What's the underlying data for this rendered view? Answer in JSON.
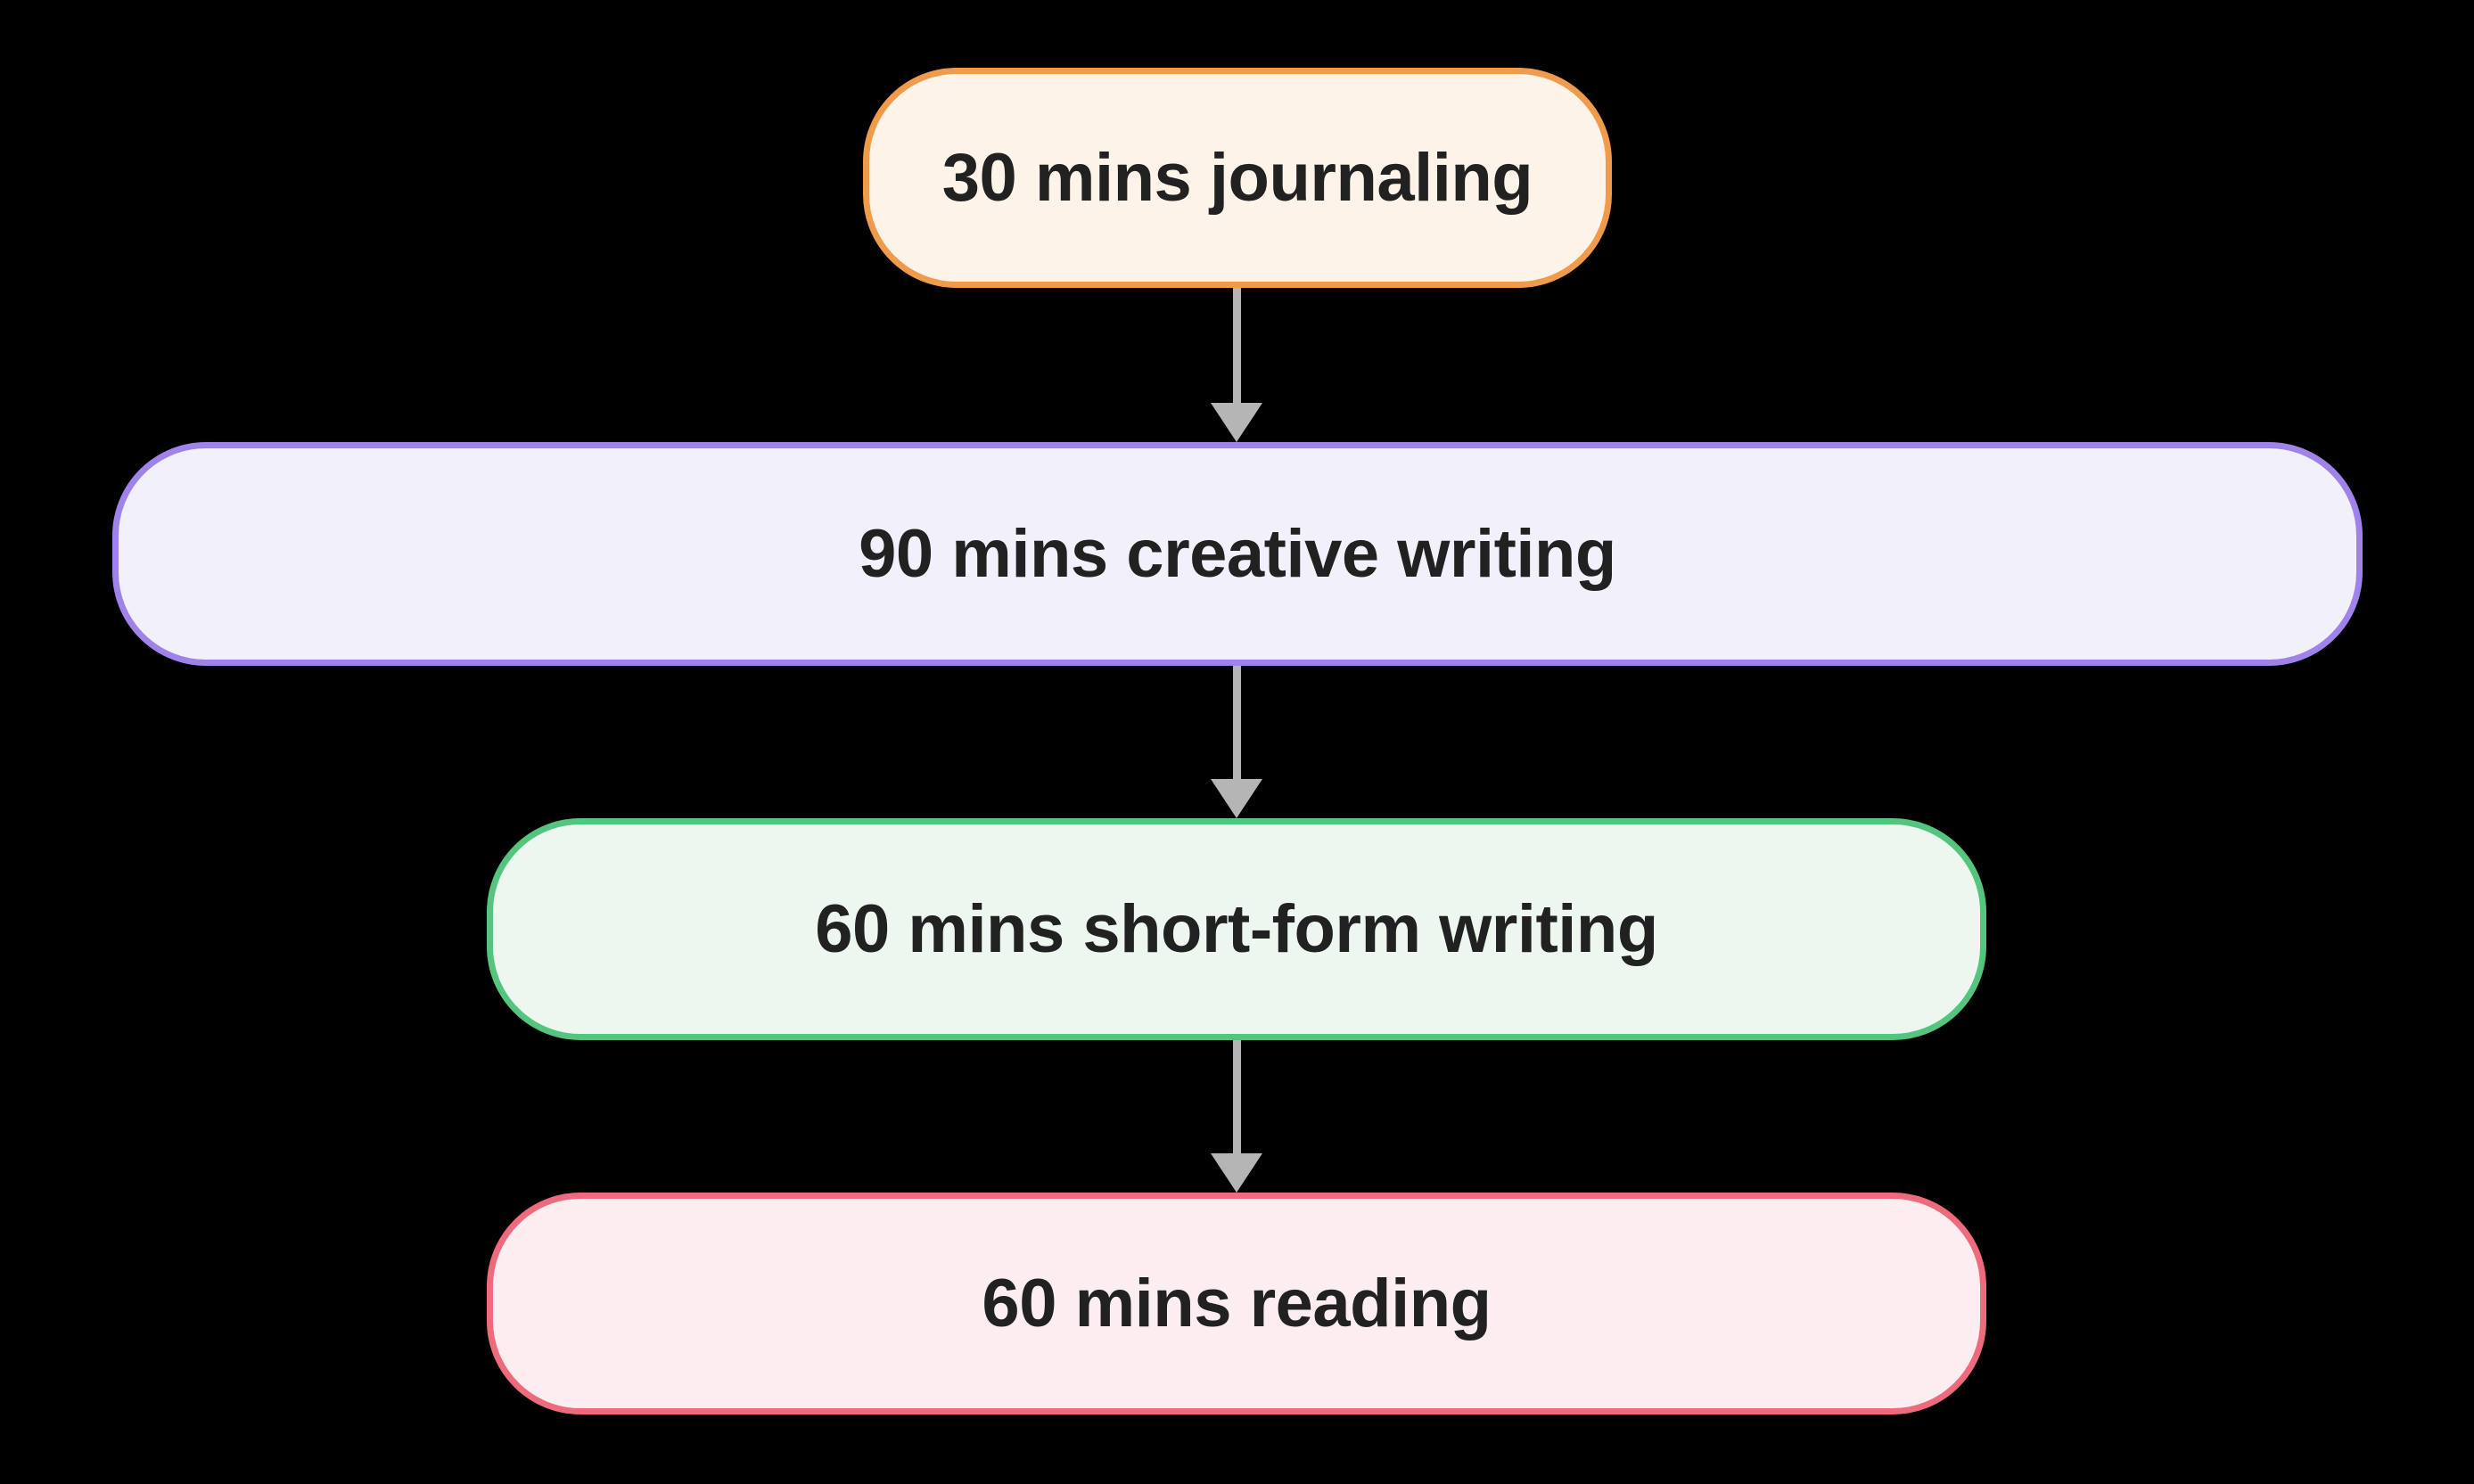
{
  "diagram": {
    "type": "flowchart",
    "direction": "top-down",
    "background_color": "#000000",
    "text_color": "#212121",
    "arrow_color": "#b5b5b5",
    "nodes": [
      {
        "id": "journaling",
        "label": "30 mins journaling",
        "border_color": "#f09a4b",
        "fill_color": "#fdf3e9"
      },
      {
        "id": "creative-writing",
        "label": "90 mins creative writing",
        "border_color": "#9f83eb",
        "fill_color": "#f2f0fb"
      },
      {
        "id": "short-form-writing",
        "label": "60 mins short-form writing",
        "border_color": "#53c57f",
        "fill_color": "#edf7f0"
      },
      {
        "id": "reading",
        "label": "60 mins reading",
        "border_color": "#ee6a7d",
        "fill_color": "#fbedf0"
      }
    ],
    "edges": [
      {
        "from": "journaling",
        "to": "creative-writing",
        "label": ""
      },
      {
        "from": "creative-writing",
        "to": "short-form-writing",
        "label": ""
      },
      {
        "from": "short-form-writing",
        "to": "reading",
        "label": ""
      }
    ]
  }
}
